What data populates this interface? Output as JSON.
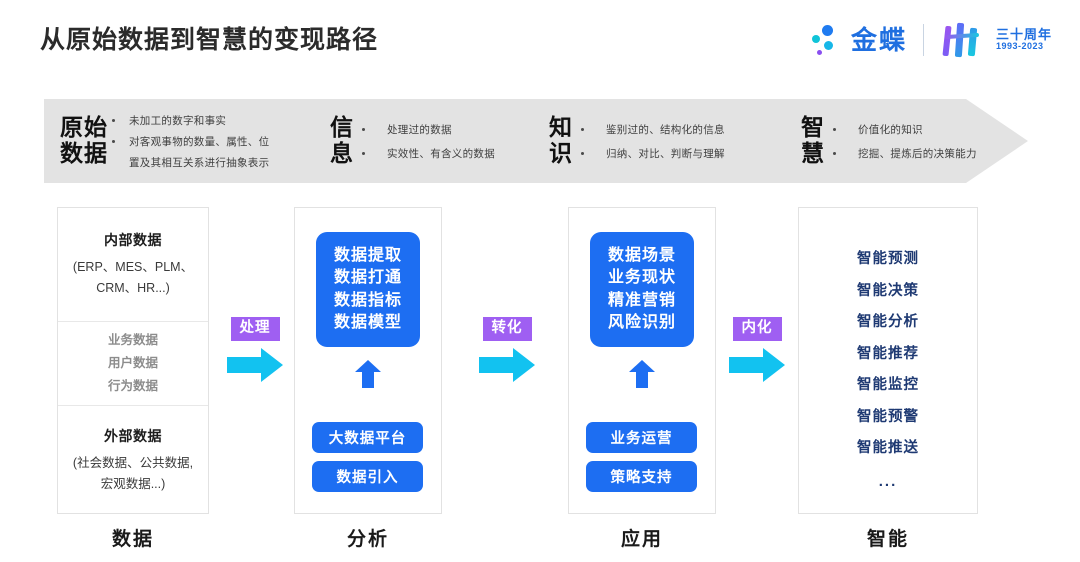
{
  "header": {
    "title": "从原始数据到智慧的变现路径",
    "logo": {
      "brand": "金蝶",
      "anniversary_cn": "三十周年",
      "anniversary_years": "1993-2023"
    }
  },
  "banner": {
    "stages": [
      {
        "label": "原始\n数据",
        "label_line1": "原始",
        "label_line2": "数据",
        "bullets": [
          "未加工的数字和事实",
          "对客观事物的数量、属性、位",
          "置及其相互关系进行抽象表示"
        ]
      },
      {
        "label_line1": "信",
        "label_line2": "息",
        "bullets": [
          "处理过的数据",
          "实效性、有含义的数据"
        ]
      },
      {
        "label_line1": "知",
        "label_line2": "识",
        "bullets": [
          "鉴别过的、结构化的信息",
          "归纳、对比、判断与理解"
        ]
      },
      {
        "label_line1": "智",
        "label_line2": "慧",
        "bullets": [
          "价值化的知识",
          "挖掘、提炼后的决策能力"
        ]
      }
    ]
  },
  "columns": {
    "data": {
      "footer_label": "数据",
      "internal_title": "内部数据",
      "internal_sub_line1": "(ERP、MES、PLM、",
      "internal_sub_line2": "CRM、HR...)",
      "middle_items": [
        "业务数据",
        "用户数据",
        "行为数据"
      ],
      "external_title": "外部数据",
      "external_sub_line1": "(社会数据、公共数据,",
      "external_sub_line2": "宏观数据...)"
    },
    "analysis": {
      "footer_label": "分析",
      "block_items": [
        "数据提取",
        "数据打通",
        "数据指标",
        "数据模型"
      ],
      "buttons": [
        "大数据平台",
        "数据引入"
      ]
    },
    "application": {
      "footer_label": "应用",
      "block_items": [
        "数据场景",
        "业务现状",
        "精准营销",
        "风险识别"
      ],
      "buttons": [
        "业务运营",
        "策略支持"
      ]
    },
    "intelligence": {
      "footer_label": "智能",
      "items": [
        "智能预测",
        "智能决策",
        "智能分析",
        "智能推荐",
        "智能监控",
        "智能预警",
        "智能推送"
      ],
      "ellipsis": "..."
    }
  },
  "connectors": [
    {
      "label": "处理"
    },
    {
      "label": "转化"
    },
    {
      "label": "内化"
    }
  ],
  "colors": {
    "brand_blue": "#1d6ef2",
    "accent_purple": "#9f5ff2",
    "arrow_cyan": "#12c2f0",
    "banner_gray": "#e3e3e3",
    "navy": "#1f3a73"
  }
}
